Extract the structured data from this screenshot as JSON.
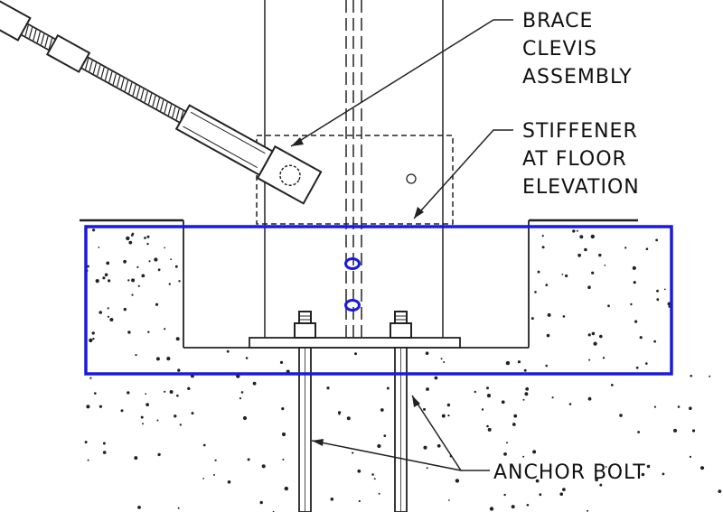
{
  "labels": {
    "brace_clevis": [
      "BRACE",
      "CLEVIS",
      "ASSEMBLY"
    ],
    "stiffener": [
      "STIFFENER",
      "AT FLOOR",
      "ELEVATION"
    ],
    "anchor_bolt": "ANCHOR BOLT"
  },
  "colors": {
    "line": "#222222",
    "highlight": "#1a1adc",
    "background": "#ffffff"
  }
}
